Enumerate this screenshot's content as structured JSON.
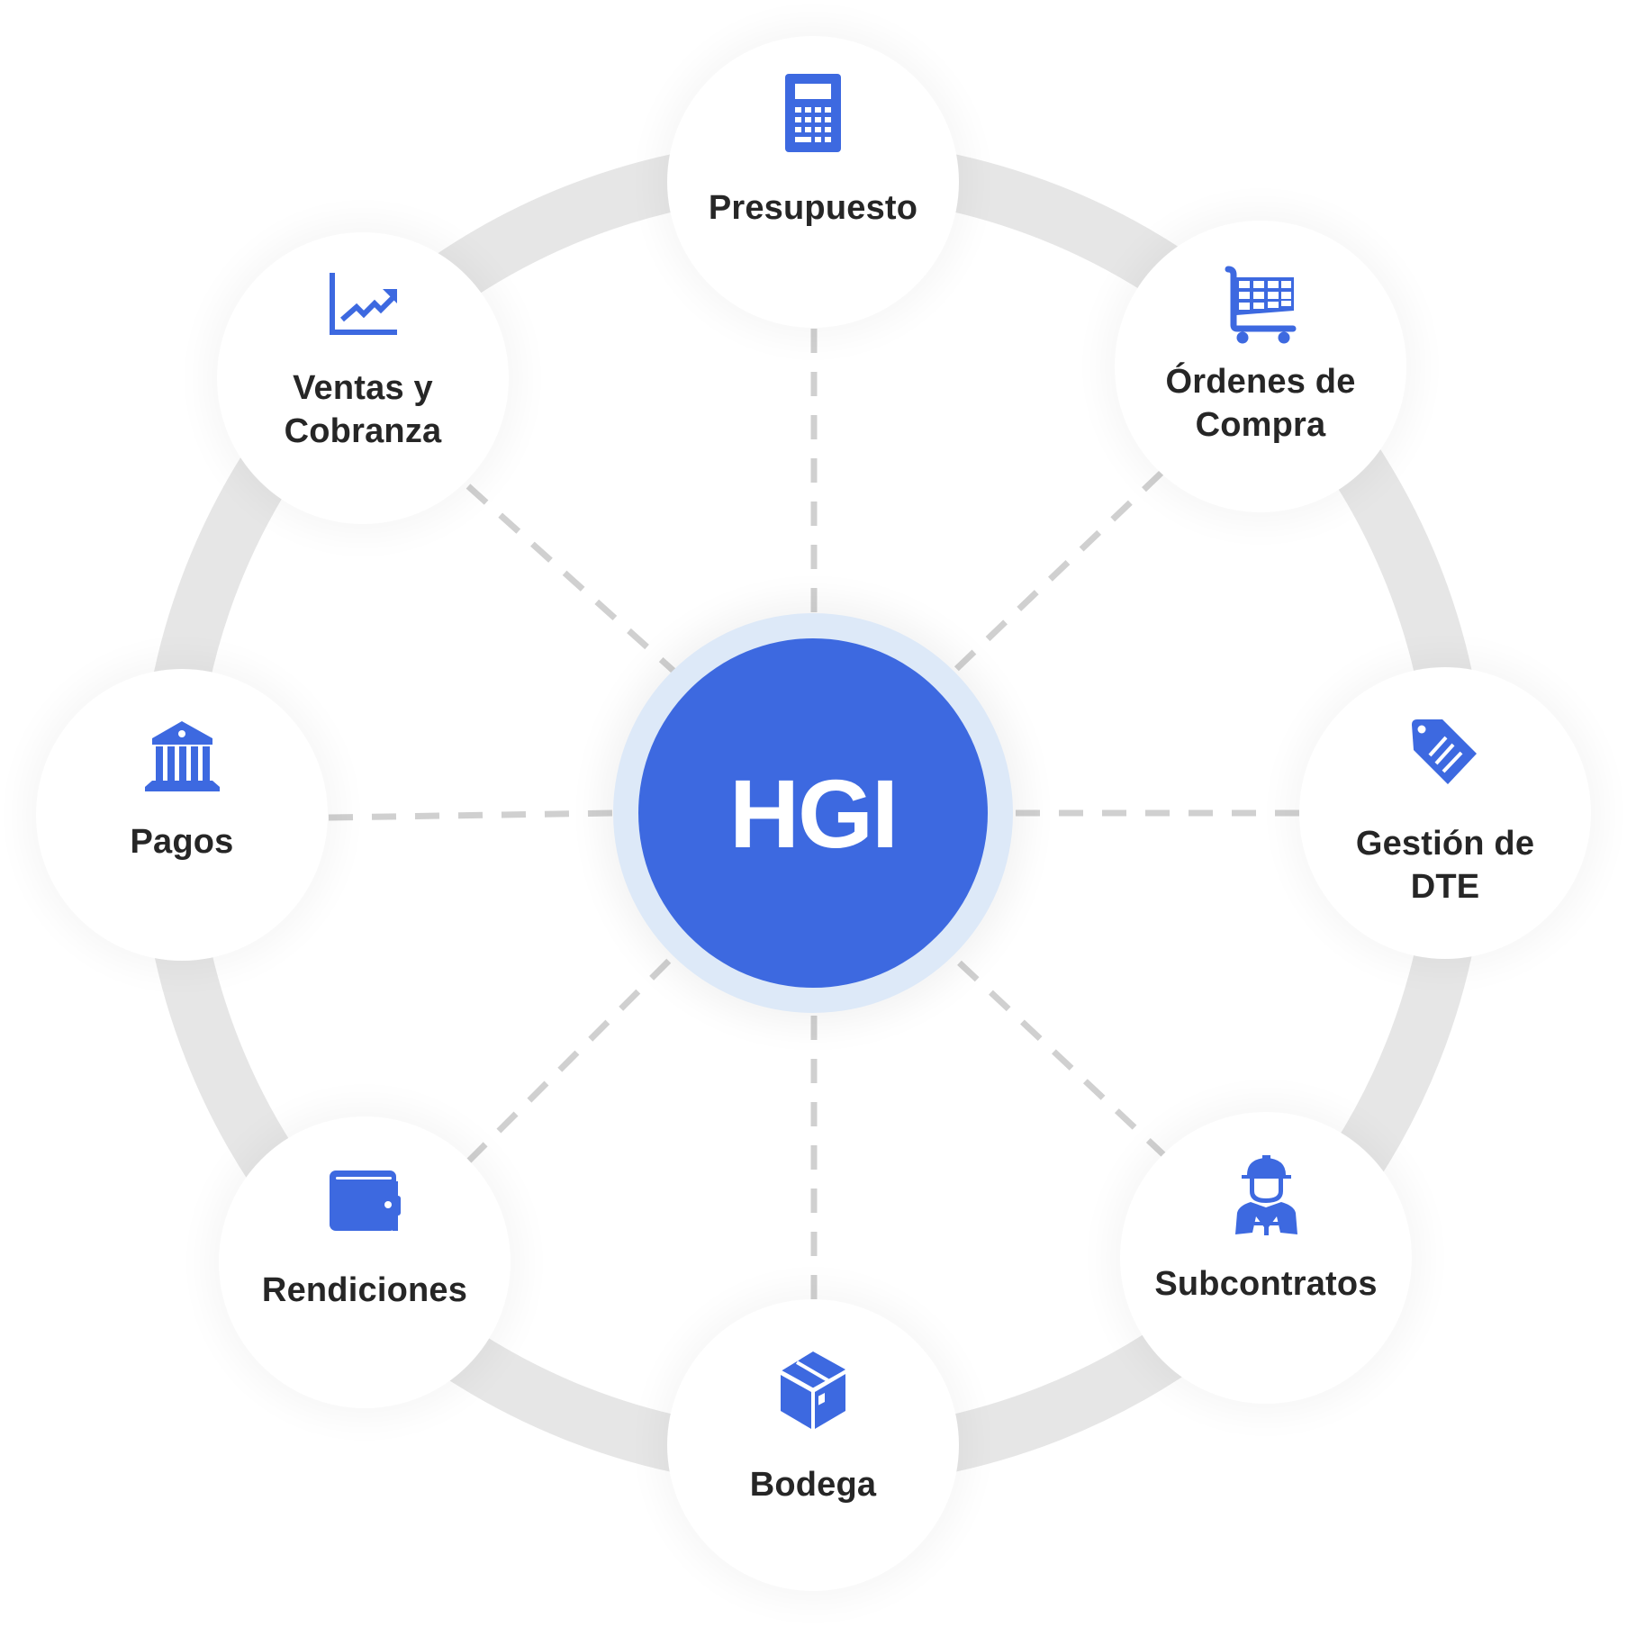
{
  "diagram": {
    "center": {
      "label": "HGI"
    },
    "colors": {
      "accent": "#3d69e0",
      "hub_ring": "#dde9f8",
      "outer_ring": "#e6e6e6",
      "dash": "#d0d0d0",
      "text": "#262626"
    },
    "modules": [
      {
        "id": "presupuesto",
        "label": "Presupuesto",
        "icon": "calculator-icon"
      },
      {
        "id": "ordenes",
        "label": "Órdenes de\nCompra",
        "icon": "shopping-cart-icon"
      },
      {
        "id": "dte",
        "label": "Gestión de\nDTE",
        "icon": "tag-icon"
      },
      {
        "id": "subcontratos",
        "label": "Subcontratos",
        "icon": "worker-icon"
      },
      {
        "id": "bodega",
        "label": "Bodega",
        "icon": "box-icon"
      },
      {
        "id": "rendiciones",
        "label": "Rendiciones",
        "icon": "wallet-icon"
      },
      {
        "id": "pagos",
        "label": "Pagos",
        "icon": "bank-icon"
      },
      {
        "id": "ventas",
        "label": "Ventas y\nCobranza",
        "icon": "trend-chart-icon"
      }
    ]
  }
}
